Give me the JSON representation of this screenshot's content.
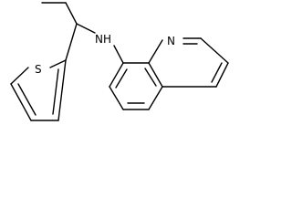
{
  "molecule": {
    "atoms": {
      "amine_nitrogen": "NH",
      "ring_nitrogen": "N",
      "sulfur": "S"
    },
    "colors": {
      "bond": "#000000",
      "label": "#000000",
      "background": "#ffffff"
    }
  }
}
